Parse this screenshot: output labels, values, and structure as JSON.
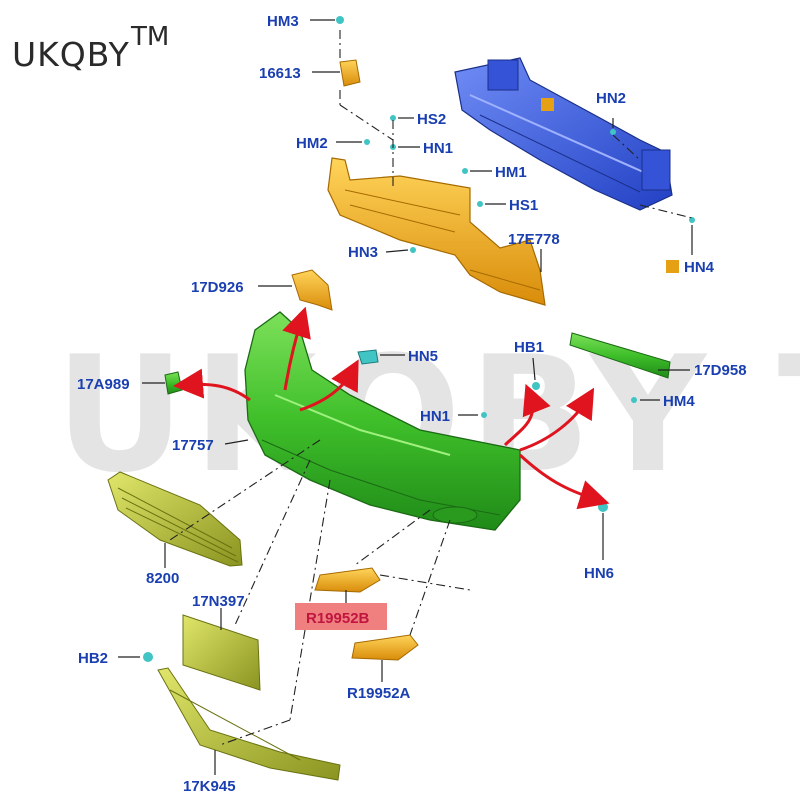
{
  "brand": {
    "name": "UKQBY",
    "tm": "TM"
  },
  "watermark": "UKQBY TM",
  "labels": {
    "hm3": "HM3",
    "p16613": "16613",
    "hs2": "HS2",
    "hm2": "HM2",
    "hn1_top": "HN1",
    "hm1": "HM1",
    "hs1": "HS1",
    "hn3": "HN3",
    "p17e778": "17E778",
    "hn2": "HN2",
    "hn4": "HN4",
    "p17d926": "17D926",
    "hn5": "HN5",
    "hb1": "HB1",
    "p17d958": "17D958",
    "p17a989": "17A989",
    "hn1_mid": "HN1",
    "hm4": "HM4",
    "p17757": "17757",
    "hn6": "HN6",
    "p8200": "8200",
    "p17n397": "17N397",
    "r19952b": "R19952B",
    "hb2": "HB2",
    "r19952a": "R19952A",
    "p17k945": "17K945"
  },
  "colors": {
    "bumper_cover": "#3fbf2a",
    "absorber": "#f2b21c",
    "reinforcement": "#3a5fe0",
    "grille": "#b8c23a",
    "fastener": "#40c4c4",
    "arrow": "#e0141e",
    "label": "#1a3fb0",
    "highlight": "#f08080",
    "legend_square": "#e6a013"
  }
}
